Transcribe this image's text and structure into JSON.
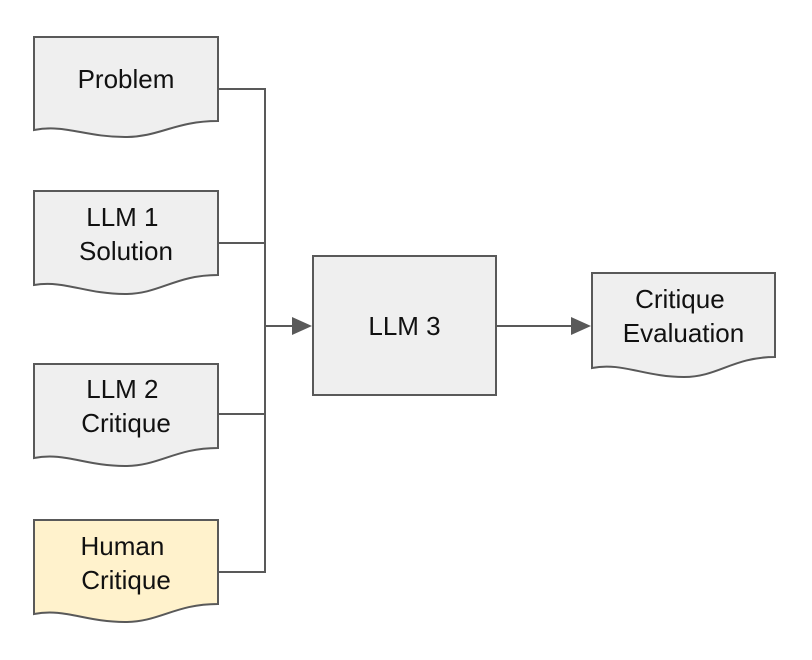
{
  "diagram": {
    "inputs": [
      {
        "lines": [
          "Problem"
        ],
        "fill": "#efefef"
      },
      {
        "lines": [
          "LLM 1",
          "Solution"
        ],
        "fill": "#efefef"
      },
      {
        "lines": [
          "LLM 2",
          "Critique"
        ],
        "fill": "#efefef"
      },
      {
        "lines": [
          "Human",
          "Critique"
        ],
        "fill": "#fff2cc"
      }
    ],
    "processor": {
      "lines": [
        "LLM 3"
      ]
    },
    "output": {
      "lines": [
        "Critique",
        "Evaluation"
      ],
      "fill": "#efefef"
    },
    "colors": {
      "stroke": "#595959",
      "box_fill": "#efefef",
      "highlight_fill": "#fff2cc",
      "text": "#111111"
    }
  }
}
